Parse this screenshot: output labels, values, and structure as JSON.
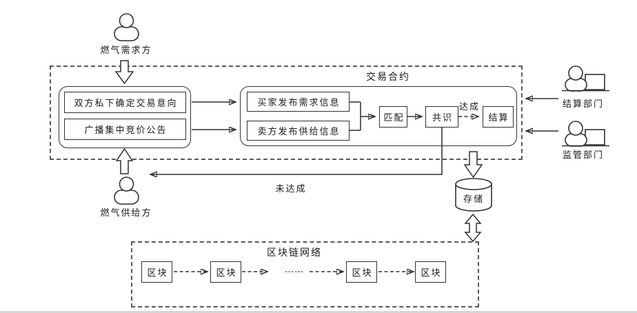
{
  "diagram": {
    "top_actor": {
      "label": "燃气需求方"
    },
    "bottom_actor": {
      "label": "燃气供给方"
    },
    "right_actors": [
      {
        "label": "结算部门"
      },
      {
        "label": "监管部门"
      }
    ],
    "contract": {
      "title": "交易合约",
      "intent_steps": [
        {
          "label": "双方私下确定交易意向"
        },
        {
          "label": "广播集中竞价公告"
        }
      ],
      "publish_steps": [
        {
          "label": "买家发布需求信息"
        },
        {
          "label": "卖方发布供给信息"
        }
      ],
      "match": {
        "label": "匹配"
      },
      "consensus": {
        "label": "共识"
      },
      "settlement": {
        "label": "结算"
      },
      "reached_label": "达成",
      "not_reached_label": "未达成"
    },
    "storage": {
      "label": "存储"
    },
    "blockchain": {
      "title": "区块链网络",
      "blocks": [
        {
          "label": "区块"
        },
        {
          "label": "区块"
        },
        {
          "label": "区块"
        },
        {
          "label": "区块"
        }
      ],
      "ellipsis": "……"
    },
    "colors": {
      "line": "#2f2f2f",
      "dashed_border": "#595959",
      "background": "#ffffff",
      "text": "#1a1a1a"
    }
  }
}
